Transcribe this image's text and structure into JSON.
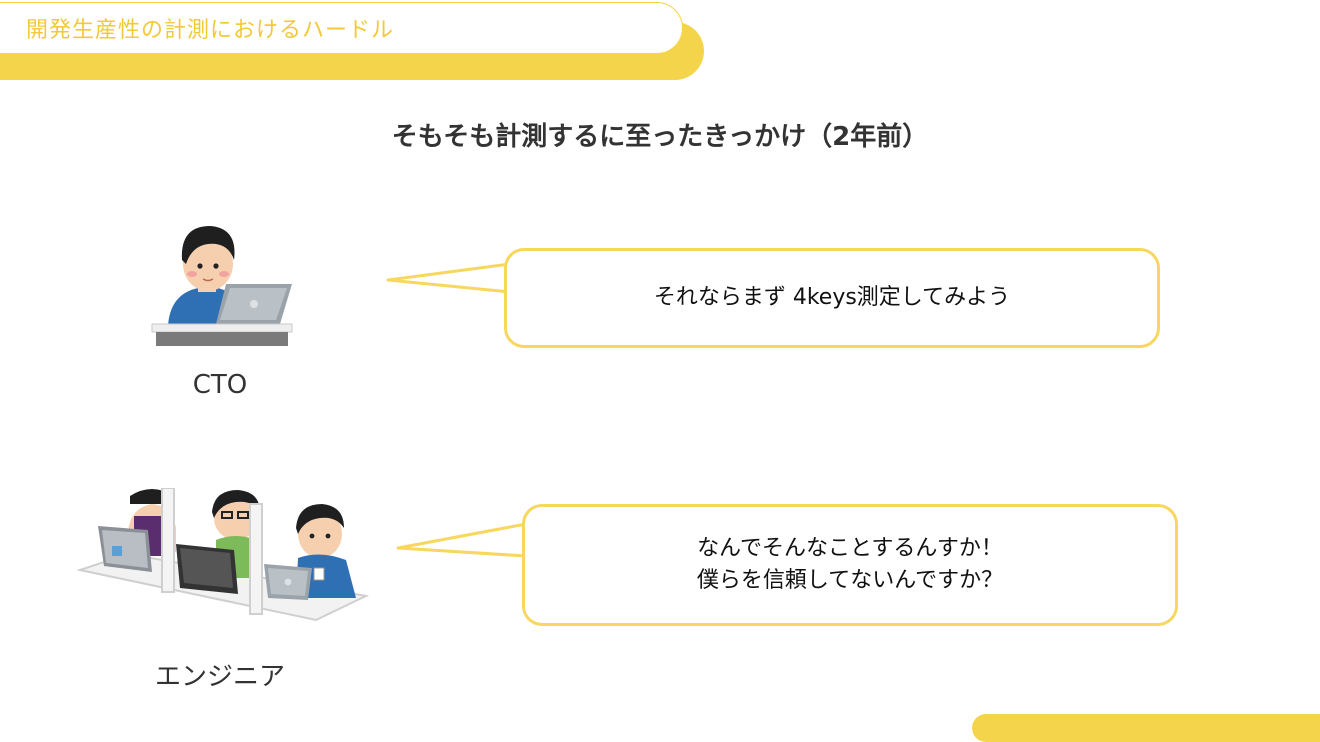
{
  "header": {
    "title": "開発生産性の計測におけるハードル"
  },
  "slide": {
    "title": "そもそも計測するに至ったきっかけ（2年前）"
  },
  "cto": {
    "label": "CTO",
    "speech": "それならまず 4keys測定してみよう"
  },
  "engineer": {
    "label": "エンジニア",
    "speech_line1": "なんでそんなことするんすか！",
    "speech_line2": "僕らを信頼してないんですか？"
  },
  "colors": {
    "accent": "#f4d44a",
    "bubble_border": "#f7d75e"
  }
}
